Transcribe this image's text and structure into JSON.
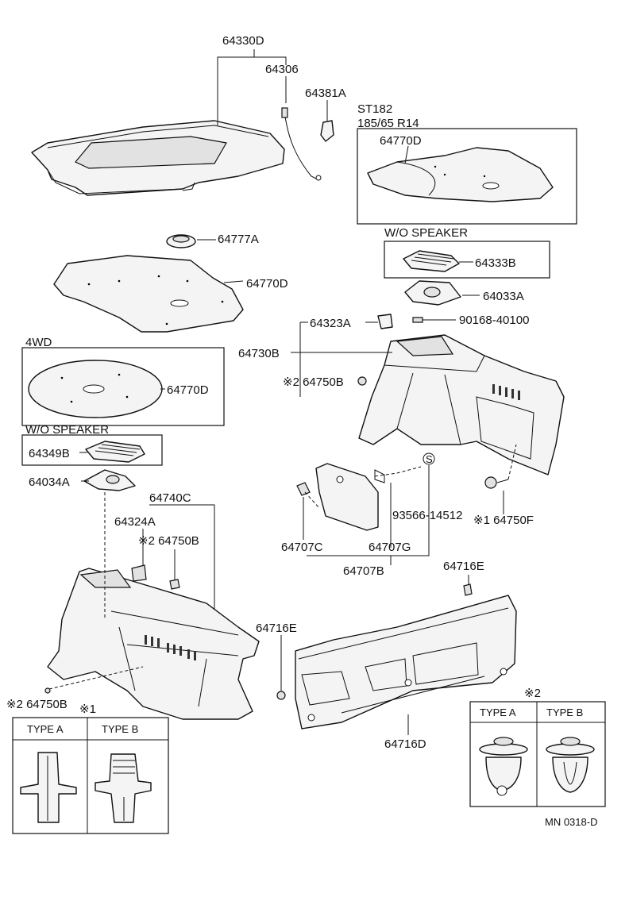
{
  "labels": {
    "l_64330D": "64330D",
    "l_64306": "64306",
    "l_64381A": "64381A",
    "l_ST182": "ST182",
    "l_18565R14": "185/65 R14",
    "l_64770D_top": "64770D",
    "l_64777A": "64777A",
    "l_64770D_mid": "64770D",
    "l_wo_speaker_right": "W/O SPEAKER",
    "l_64333B": "64333B",
    "l_64033A": "64033A",
    "l_64323A": "64323A",
    "l_90168": "90168-40100",
    "l_64730B": "64730B",
    "l_64750B_right": "※2 64750B",
    "l_4WD": "4WD",
    "l_64770D_4wd": "64770D",
    "l_wo_speaker_left": "W/O SPEAKER",
    "l_64349B": "64349B",
    "l_64034A": "64034A",
    "l_64740C": "64740C",
    "l_64324A": "64324A",
    "l_64750B_mid": "※2 64750B",
    "l_S": "S",
    "l_93566": "93566-14512",
    "l_64750F": "※1 64750F",
    "l_64707C": "64707C",
    "l_64707G": "64707G",
    "l_64707B": "64707B",
    "l_64716E_top": "64716E",
    "l_64716E_left": "64716E",
    "l_64716D": "64716D",
    "l_64750B_bottom": "※2 64750B",
    "l_ref1": "※1",
    "l_ref2": "※2",
    "l_mn": "MN 0318-D"
  },
  "type_table_1": {
    "col_a": "TYPE A",
    "col_b": "TYPE B"
  },
  "type_table_2": {
    "col_a": "TYPE A",
    "col_b": "TYPE B"
  }
}
